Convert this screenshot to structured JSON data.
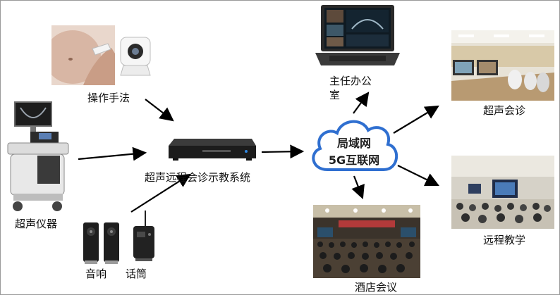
{
  "nodes": {
    "operation": {
      "label": "操作手法"
    },
    "ultrasound_device": {
      "label": "超声仪器"
    },
    "speaker": {
      "label": "音响"
    },
    "microphone": {
      "label": "话筒"
    },
    "system": {
      "label": "超声远程会诊示教系统"
    },
    "director_office": {
      "label_line1": "主任办公",
      "label_line2": "室"
    },
    "network": {
      "line1": "局域网",
      "line2": "5G互联网"
    },
    "consultation": {
      "label": "超声会诊"
    },
    "remote_teaching": {
      "label": "远程教学"
    },
    "hotel_meeting": {
      "label": "酒店会议"
    }
  },
  "colors": {
    "arrow": "#000000",
    "cloud_stroke": "#2f6fd0",
    "cloud_fill": "#ffffff",
    "border": "#9a9a9a"
  }
}
